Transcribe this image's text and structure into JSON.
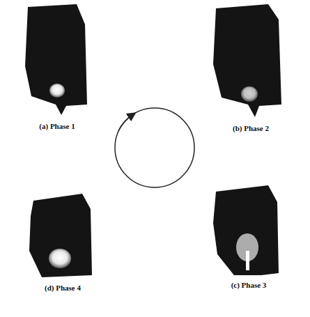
{
  "diagram": {
    "labels": [
      "(a) Phase 1",
      "(b) Phase 2",
      "(d) Phase 4",
      "(c) Phase 3"
    ]
  }
}
